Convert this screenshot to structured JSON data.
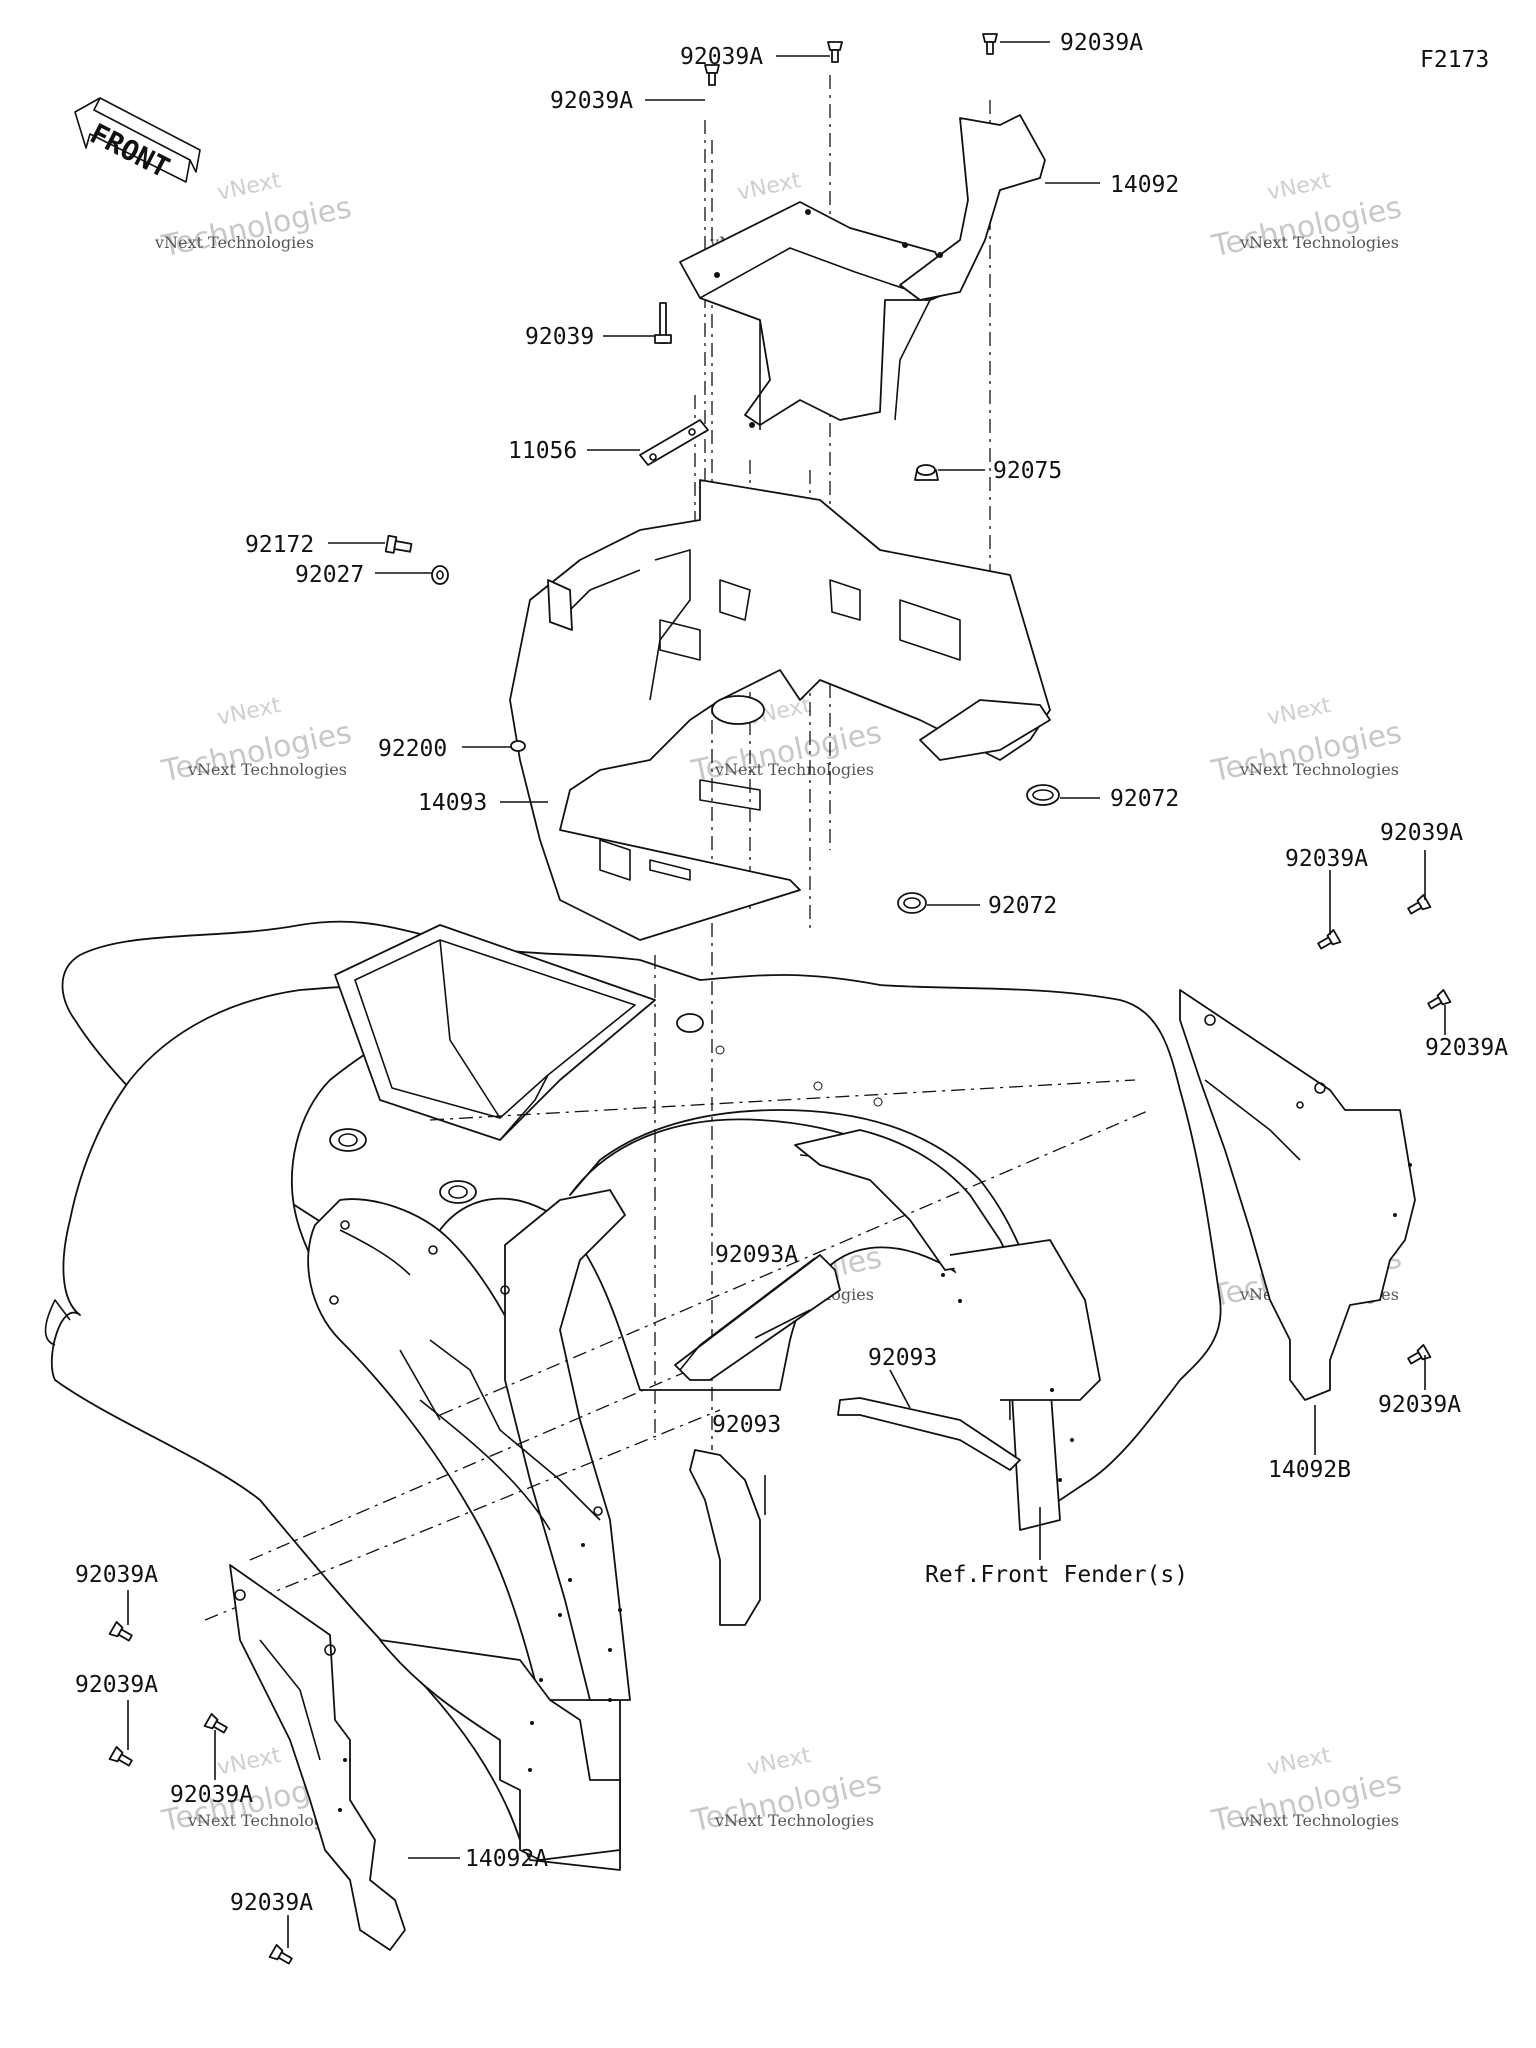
{
  "diagram_code": "F2173",
  "front_label": "FRONT",
  "watermark": {
    "line1": "vNext",
    "line2": "vNext Technologies",
    "line3": "Technologies"
  },
  "parts": [
    {
      "id": "92039A",
      "key": "p1"
    },
    {
      "id": "92039A",
      "key": "p2"
    },
    {
      "id": "92039A",
      "key": "p3"
    },
    {
      "id": "14092",
      "key": "p4"
    },
    {
      "id": "92039",
      "key": "p5"
    },
    {
      "id": "11056",
      "key": "p6"
    },
    {
      "id": "92075",
      "key": "p7"
    },
    {
      "id": "92172",
      "key": "p8"
    },
    {
      "id": "92027",
      "key": "p9"
    },
    {
      "id": "92200",
      "key": "p10"
    },
    {
      "id": "14093",
      "key": "p11"
    },
    {
      "id": "92072",
      "key": "p12"
    },
    {
      "id": "92072",
      "key": "p13"
    },
    {
      "id": "92039A",
      "key": "p14"
    },
    {
      "id": "92039A",
      "key": "p15"
    },
    {
      "id": "92039A",
      "key": "p16"
    },
    {
      "id": "92093A",
      "key": "p17"
    },
    {
      "id": "92093",
      "key": "p18"
    },
    {
      "id": "92093",
      "key": "p19"
    },
    {
      "id": "92039A",
      "key": "p20"
    },
    {
      "id": "14092B",
      "key": "p21"
    },
    {
      "id": "92039A",
      "key": "p22"
    },
    {
      "id": "92039A",
      "key": "p23"
    },
    {
      "id": "92039A",
      "key": "p24"
    },
    {
      "id": "14092A",
      "key": "p25"
    },
    {
      "id": "92039A",
      "key": "p26"
    }
  ],
  "reference_note": "Ref.Front Fender(s)"
}
